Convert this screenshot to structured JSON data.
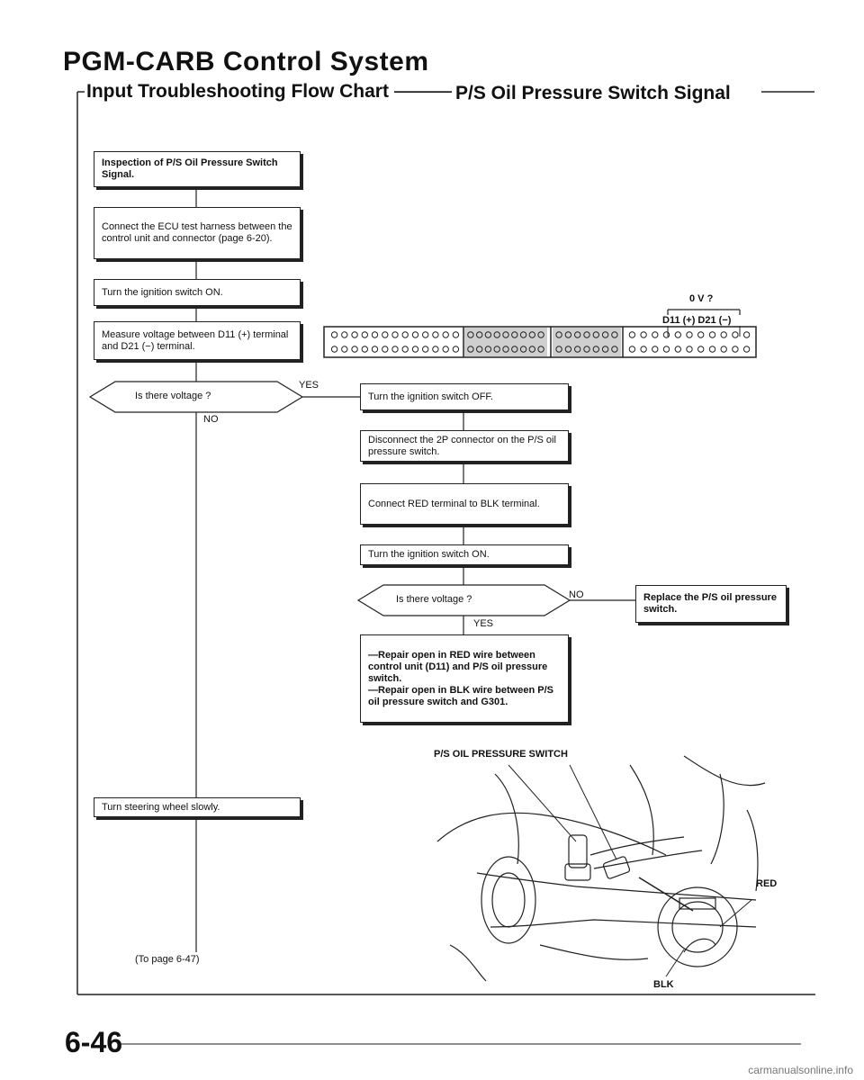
{
  "header": {
    "title": "PGM-CARB Control System",
    "subtitle": "Input Troubleshooting Flow Chart",
    "subtitle_topic": "P/S Oil Pressure Switch Signal"
  },
  "flowchart": {
    "step1": "Inspection of P/S Oil Pressure Switch Signal.",
    "step2": "Connect the ECU test harness between the control unit and connector (page 6-20).",
    "step3": "Turn the ignition switch ON.",
    "step4": "Measure voltage between D11 (+) terminal and D21 (−) terminal.",
    "decision1": "Is there voltage ?",
    "decision1_yes": "YES",
    "decision1_no": "NO",
    "step5": "Turn the ignition switch OFF.",
    "step6": "Disconnect the 2P connector on the P/S oil pressure switch.",
    "step7": "Connect RED terminal to BLK terminal.",
    "step8": "Turn the ignition switch ON.",
    "decision2": "Is there voltage ?",
    "decision2_no": "NO",
    "decision2_yes": "YES",
    "result_replace": "Replace the P/S oil pressure switch.",
    "result_repair_1": "—Repair open in RED wire between control unit (D11) and P/S oil pressure switch.",
    "result_repair_2": "—Repair open in BLK wire between P/S oil pressure switch and G301.",
    "step9": "Turn steering wheel slowly.",
    "to_page": "(To page 6-47)"
  },
  "connector": {
    "voltage_label": "0 V ?",
    "terminal_label": "D11 (+) D21 (−)"
  },
  "figure": {
    "switch_label": "P/S OIL PRESSURE SWITCH",
    "red_label": "RED",
    "blk_label": "BLK"
  },
  "footer": {
    "page_number": "6-46",
    "watermark": "carmanualsonline.info"
  }
}
